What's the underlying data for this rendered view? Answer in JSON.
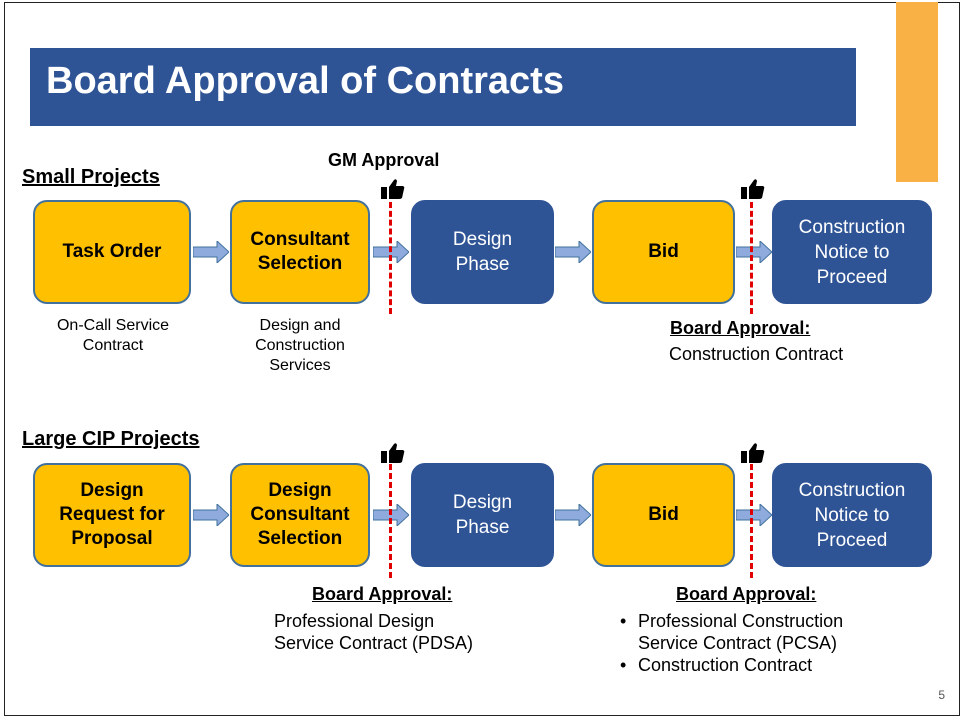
{
  "title": "Board Approval of Contracts",
  "page_number": "5",
  "colors": {
    "title_bar": "#2f5496",
    "accent_orange": "#f9b044",
    "box_yellow": "#ffc000",
    "box_blue": "#2f5496",
    "divider_red": "#e00000",
    "arrow": "#8faadc"
  },
  "small": {
    "label": "Small Projects",
    "gm_label": "GM Approval",
    "boxes": [
      "Task Order",
      "Consultant\nSelection",
      "Design\nPhase",
      "Bid",
      "Construction\nNotice to\nProceed"
    ],
    "caption_task": "On-Call Service\nContract",
    "caption_consultant": "Design and\nConstruction\nServices",
    "approval_head": "Board Approval:",
    "approval_text": "Construction Contract"
  },
  "large": {
    "label": "Large CIP Projects",
    "boxes": [
      "Design\nRequest for\nProposal",
      "Design\nConsultant\nSelection",
      "Design\nPhase",
      "Bid",
      "Construction\nNotice to\nProceed"
    ],
    "approval1_head": "Board Approval:",
    "approval1_text": "Professional Design\nService Contract (PDSA)",
    "approval2_head": "Board Approval:",
    "approval2_items": [
      "Professional Construction\nService Contract (PCSA)",
      "Construction Contract"
    ]
  }
}
